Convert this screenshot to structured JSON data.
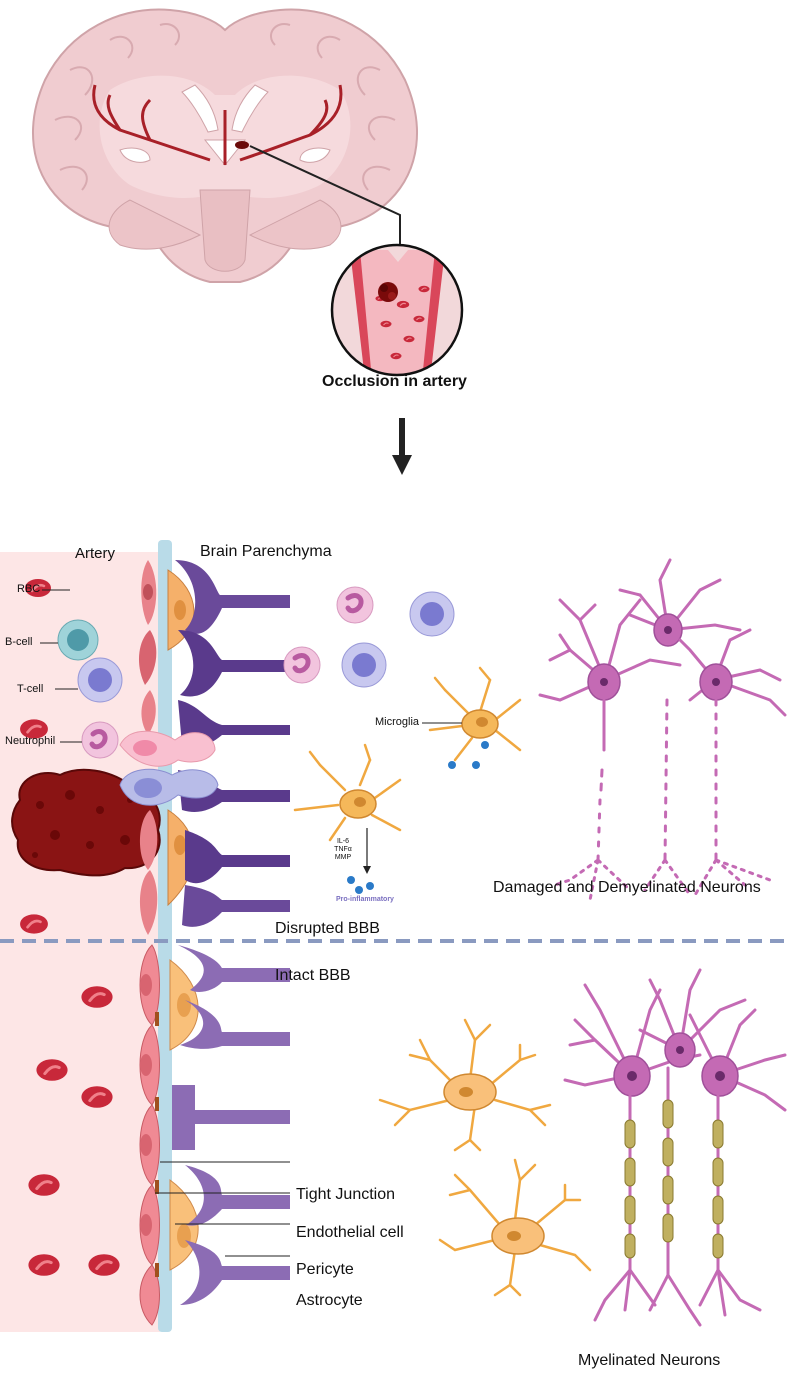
{
  "top": {
    "occlusion_label": "Occlusion in artery"
  },
  "bbb": {
    "artery_label": "Artery",
    "parenchyma_label": "Brain Parenchyma",
    "cells": {
      "rbc": "RBC",
      "bcell": "B-cell",
      "tcell": "T-cell",
      "neutrophil": "Neutrophil",
      "microglia": "Microglia"
    },
    "cytokines": [
      "IL-6",
      "TNFα",
      "MMP"
    ],
    "proinflammatory": "Pro-inflammatory",
    "disrupted_label": "Disrupted BBB",
    "intact_label": "Intact BBB",
    "damaged_neurons_label": "Damaged and Demyelinated Neurons",
    "myelinated_neurons_label": "Myelinated Neurons",
    "legend": {
      "tight_junction": "Tight Junction",
      "endothelial": "Endothelial cell",
      "pericyte": "Pericyte",
      "astrocyte": "Astrocyte"
    }
  },
  "colors": {
    "artery_bg": "#fde6e6",
    "rbc": "#c8283a",
    "endothelial": "#e8828a",
    "pericyte": "#f5b06a",
    "astrocyte_intact": "#8c6cb4",
    "astrocyte_disrupted": "#5a3a8c",
    "neuron": "#c46ab4",
    "microglia": "#f5b85a",
    "clot": "#8a1414",
    "divider": "#8a9ac0"
  }
}
